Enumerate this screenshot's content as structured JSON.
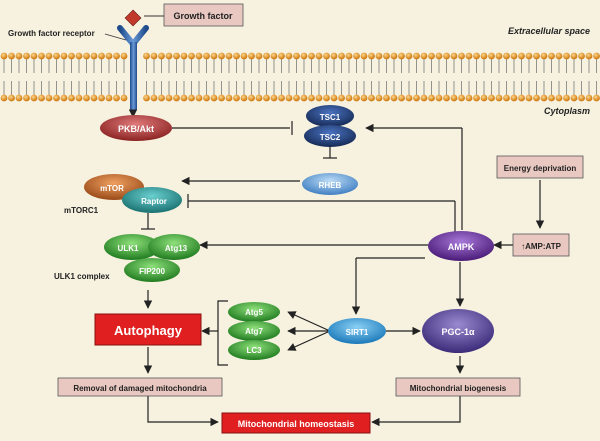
{
  "regions": {
    "extracellular": "Extracellular space",
    "cytoplasm": "Cytoplasm"
  },
  "labels": {
    "growth_factor": "Growth factor",
    "receptor": "Growth factor receptor",
    "mtorc1": "mTORC1",
    "ulk1_complex": "ULK1 complex",
    "energy_deprivation": "Energy deprivation",
    "amp_atp": "↑AMP:ATP",
    "removal": "Removal of damaged mitochondria",
    "biogenesis": "Mitochondrial biogenesis",
    "homeostasis": "Mitochondrial homeostasis",
    "autophagy": "Autophagy"
  },
  "nodes": {
    "pkb": "PKB/Akt",
    "tsc1": "TSC1",
    "tsc2": "TSC2",
    "rheb": "RHEB",
    "mtor": "mTOR",
    "raptor": "Raptor",
    "ulk1": "ULK1",
    "atg13": "Atg13",
    "fip200": "FIP200",
    "ampk": "AMPK",
    "sirt1": "SIRT1",
    "pgc1a": "PGC-1α",
    "atg5": "Atg5",
    "atg7": "Atg7",
    "lc3": "LC3"
  },
  "colors": {
    "background": "#f6f2df",
    "membrane_bead": "#f0a030",
    "receptor": "#2d5fa8",
    "growth_factor_diamond": "#c0392b",
    "pkb": "#b03a3a",
    "tsc": "#1f3f7a",
    "rheb": "#5b9bd5",
    "mtor": "#c86a2a",
    "raptor": "#2a9a9a",
    "ulk1_complex": "#3aa63a",
    "ampk": "#6a2a9a",
    "sirt1": "#2a9ad5",
    "pgc1a": "#5a4a9a",
    "atg": "#2a9a3a",
    "autophagy_box": "#e02020",
    "label_box": "#e8c8c0"
  }
}
